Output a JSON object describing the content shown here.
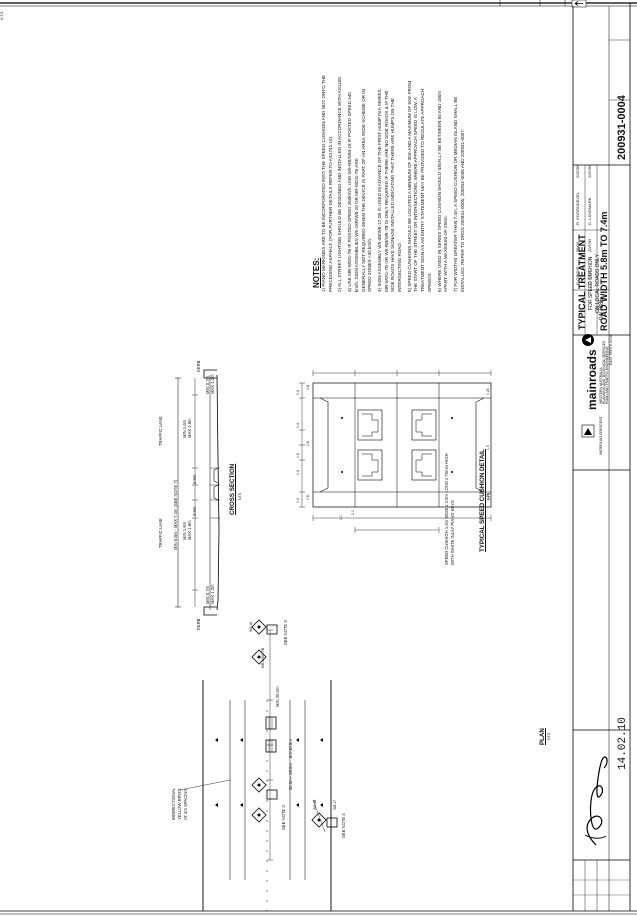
{
  "notes": {
    "title": "NOTES:",
    "items": [
      "1) PIANO MARKINGS ARE TO BE INCORPORATED INTO THE SPEED CUSHION AND NOT ONTO THE",
      "PRECEDING ASPHALT. (FOR FURTHER DETAILS REFER TO AS1742.10).",
      "2) ALL STREET LIGHTING SHOULD BE DESIGNED AND INSTALLED IN ACCORDANCE WITH AS1158.",
      "3) USE MR-WDG-7B IF POSTED SPEED ≥50km/h. USE W5-RB/WM-18 IF POSTED SPEED ≥40",
      "km/h. SIGN ASSEMBLIES W5-18R/W8-20 OR MR-WDG-7B ARE",
      "GENERALLY NOT REQUIRED WHEN THE DEVICE IS PART OF AN AREA WIDE SCHEME OR IN",
      "SPEED ZONES <40 km/h.",
      "4) SIGN ASSEMBLY W5-4B/W8-17-2B IS USED IN ADVANCE OF THE FIRST HUMP IN A SERIES.",
      "MR-WDG-7B OR W5-RB/W8-7B IS ONLY REQUIRED IF THERE ARE NO SIDE ROADS & IF THE",
      "SIDE ROADS HAVE SIGNAGE INSTALLED INDICATING THAT THERE ARE HUMPS ON THE",
      "INTERSECTING ROAD.",
      "5) SPEED CUSHIONS SHOULD BE LOCATED A MINIMUM OF 30m AND A MAXIMUM OF 50m FROM",
      "THE START OF THE STREET OR INTERSECTIONS, WHERE APPROACH SPEED IS LOW. A",
      "TREATMENT SIGN AS AN ENTRY STATEMENT MAY BE PROVIDED TO REGULATE APPROACH",
      "SPEEDS.",
      "6) WHERE USED IN SERIES SPEED CUSHION SHOULD IDEALLY BE BETWEEN 80 AND 180m",
      "APART WITH A MAXIMUM OF 250m.",
      "7) FOR WIDTHS GREATER THAN 7.4m, A SPEED CUSHION OR MEDIAN ISLAND SHALL BE",
      "INSTALLED. REFER TO DRGS 200931-0005, 200931-0006 AND 200931-0007."
    ]
  },
  "title_block": {
    "title": "TYPICAL TREATMENT",
    "sub1": "FOR SPEED CUSHION",
    "sub2": "ON LOCAL ROADS ONLY",
    "sub3": "ROAD WIDTH 5.8m TO 7.4m",
    "drawing_no": "200931-0004",
    "agency": "mainroads",
    "agency_sub": "WESTERN AUSTRALIA",
    "dept1": "PLANNING AND TECHNICAL SERVICES",
    "dept2": "ROAD AND TRAFFIC ENGINEERING",
    "address1": "WATERLOO CRESCENT",
    "address2": "EAST PERTH 6004",
    "designed": "R. KOORNDEVEL",
    "designed_date": "20/7/99",
    "checked": "D. LANDMARK",
    "checked_date": "20/7/99",
    "drawn": "P. GROVE",
    "drawn_date": "05/00",
    "approved": "C. BISS",
    "approved_date": "20/7/99",
    "file_no": "04/7885",
    "date_stamp": "14.02.10",
    "scale": "N.T.S."
  },
  "cross_section": {
    "heading": "CROSS SECTION",
    "nts": "NTS",
    "overall": "MIN 5.8m - MAX 7.4m (SEE NOTE 7)",
    "lane_left": "TRAFFIC LANE",
    "lane_right": "TRAFFIC LANE",
    "min_lane": "MIN 1.6m",
    "max_lane": "MAX 1.8m",
    "shoulder_min": "MIN 0.7m",
    "shoulder_max": "MAX 1.2m",
    "gap": "0.6m",
    "kerb": "KERB"
  },
  "cushion_detail": {
    "heading": "TYPICAL SPEED CUSHION DETAIL",
    "nts": "NTS",
    "note1": "SPEED CUSHION 1.6m WIDE x 2.0m LONG x 75mm HIGH",
    "note2": "WITH WHITE INLAY PIANO KEYS",
    "dims": [
      "0.4",
      "0.4",
      "1.6",
      "0.4",
      "0.4",
      "0.8",
      "0.8",
      "0.8",
      "0.25",
      "1.5",
      "0.25",
      "1.0",
      "2.0"
    ]
  },
  "plan": {
    "heading": "PLAN",
    "nts": "NTS",
    "bidirectional": [
      "BIDIRECTIONAL",
      "YELLOW RPM'S",
      "AT 4m SPACING"
    ],
    "dist1": "30.0m - 50.0m",
    "dist2": "8.0-10.0m",
    "min": "MIN 25.0m",
    "see_note_3": "SEE NOTE 3",
    "see_note_4": "SEE NOTE 4",
    "signs": [
      "W5-18",
      "MR-WDG-7B",
      "W5-4B",
      "W8-17"
    ]
  }
}
